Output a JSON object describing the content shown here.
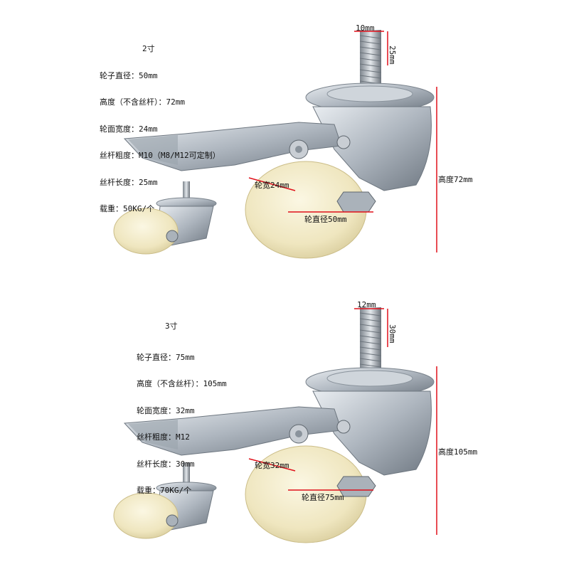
{
  "panels": [
    {
      "size_label": "2寸",
      "specs": [
        "轮子直径：50mm",
        "高度（不含丝杆）：72mm",
        "轮面宽度：24mm",
        "丝杆粗度：M10（M8/M12可定制）",
        "丝杆长度：25mm",
        "载重：50KG/个"
      ],
      "dims": {
        "stem_diameter": "10mm",
        "stem_length": "25mm",
        "height": "高度72mm",
        "wheel_width": "轮宽24mm",
        "wheel_diameter": "轮直径50mm"
      }
    },
    {
      "size_label": "3寸",
      "specs": [
        "轮子直径：75mm",
        "高度（不含丝杆）：105mm",
        "轮面宽度：32mm",
        "丝杆粗度：M12",
        "丝杆长度：30mm",
        "载重：70KG/个"
      ],
      "dims": {
        "stem_diameter": "12mm",
        "stem_length": "30mm",
        "height": "高度105mm",
        "wheel_width": "轮宽32mm",
        "wheel_diameter": "轮直径75mm"
      }
    }
  ],
  "colors": {
    "dimension_line": "#e0101a",
    "wheel": "#f3eccb",
    "metal": "#b9c0c8"
  }
}
